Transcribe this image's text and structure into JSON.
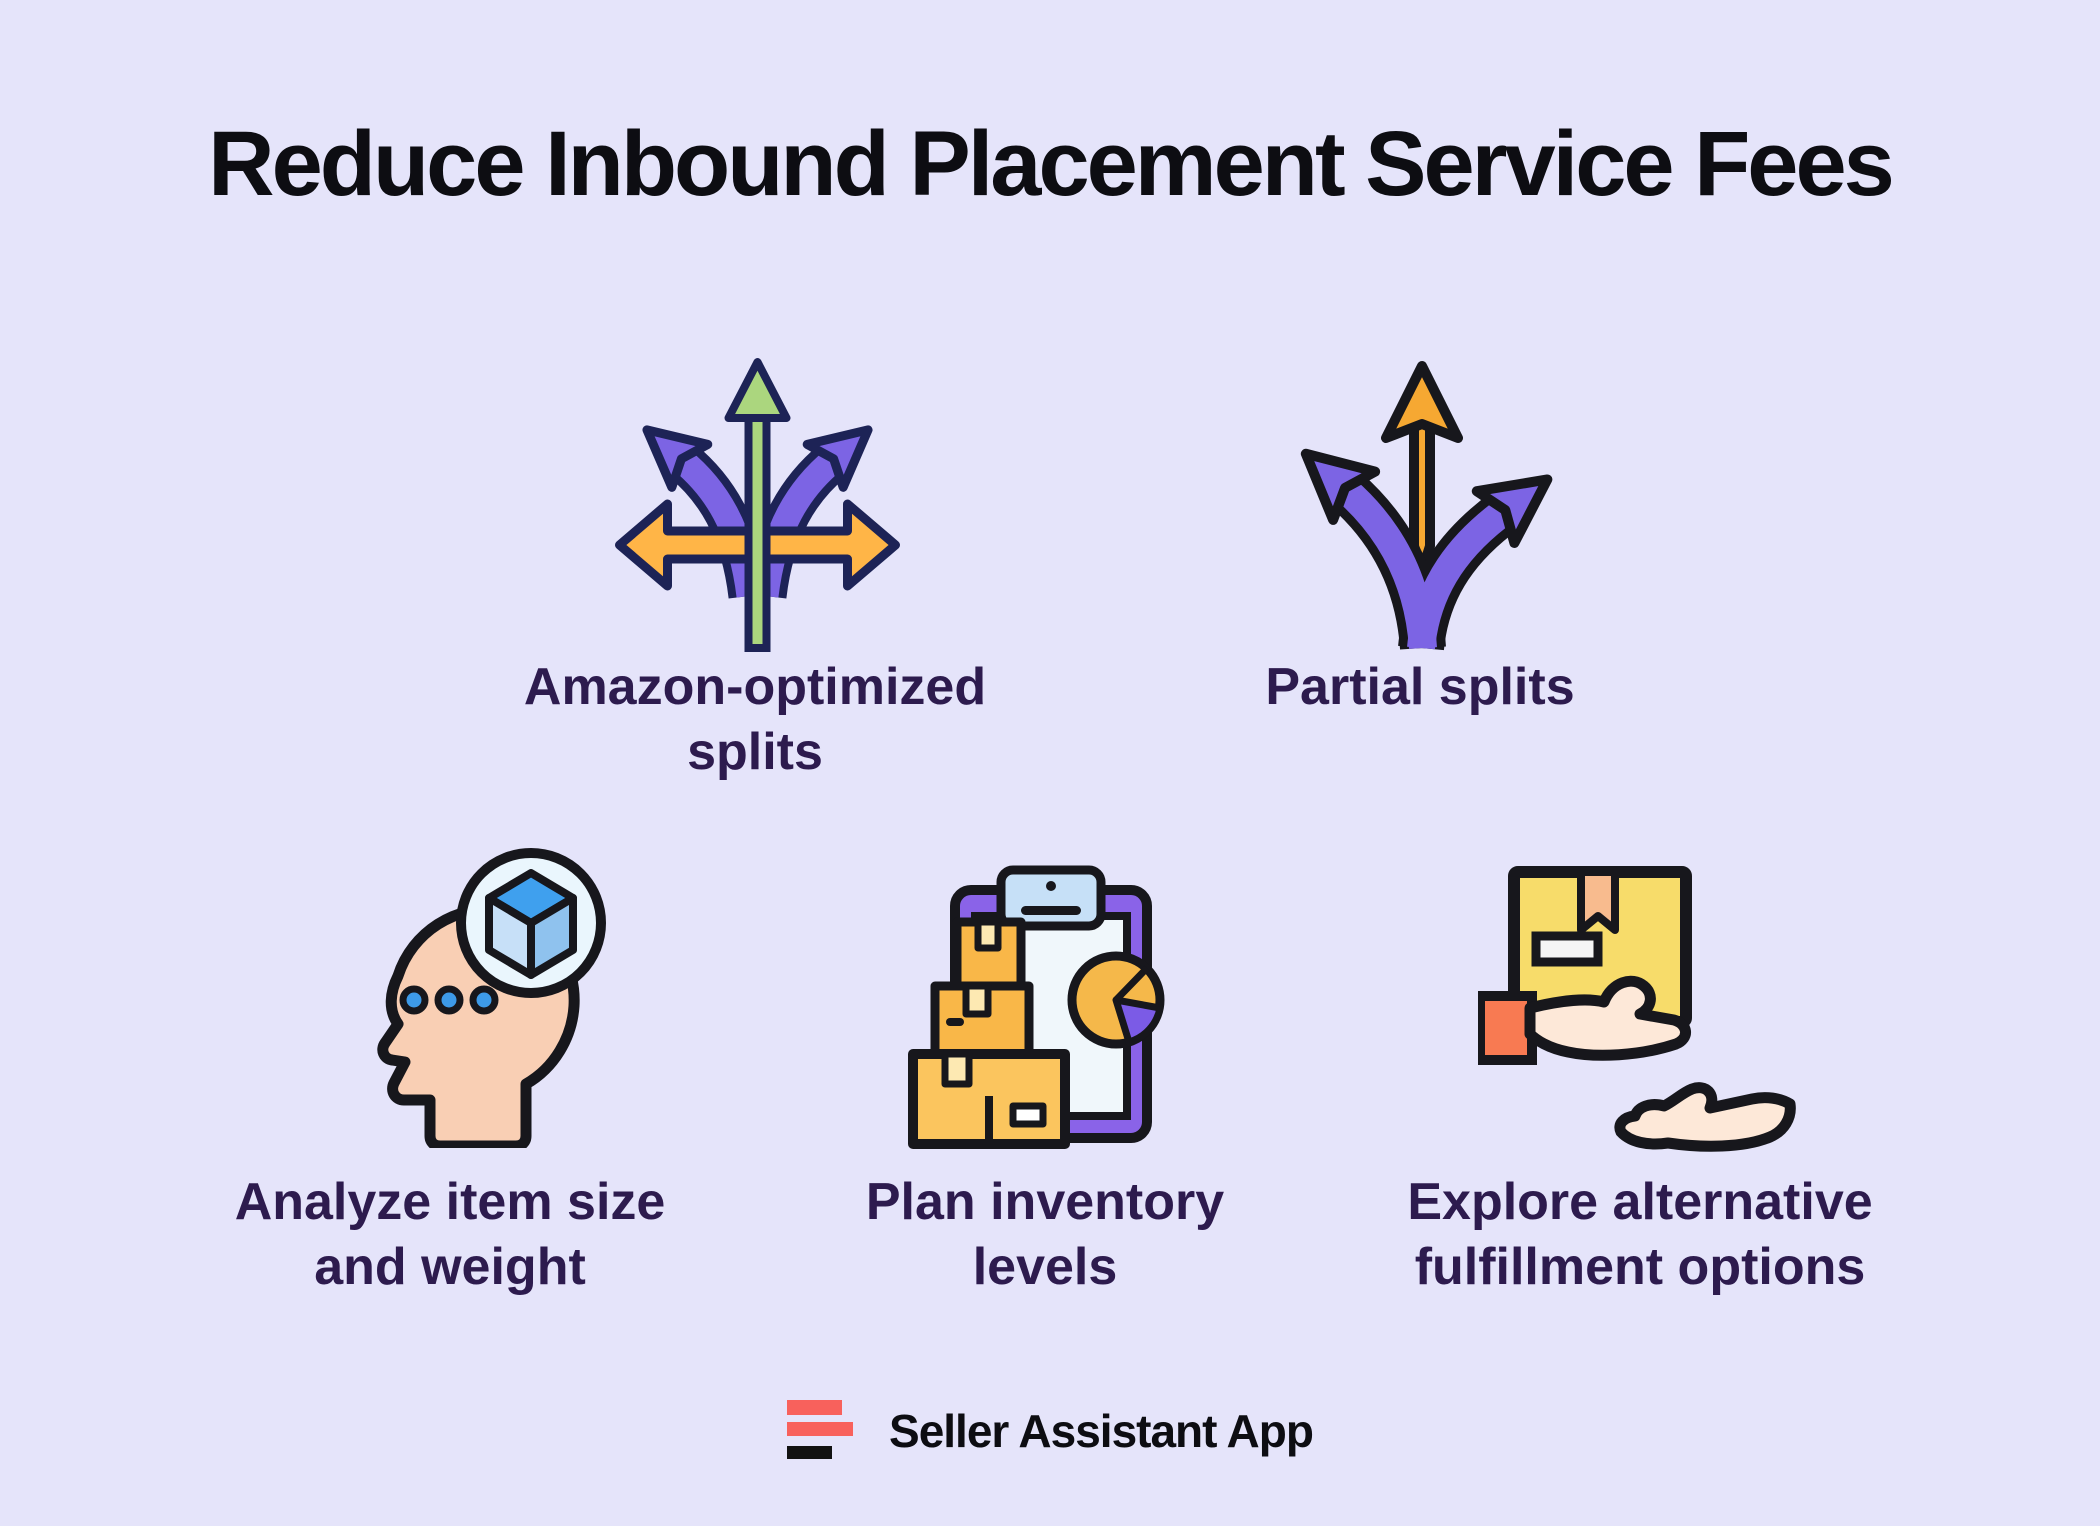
{
  "title": "Reduce Inbound Placement Service Fees",
  "items": [
    {
      "id": "amazon-optimized-splits",
      "label": "Amazon-optimized\nsplits",
      "icon": "multi-direction-arrows-icon"
    },
    {
      "id": "partial-splits",
      "label": "Partial splits",
      "icon": "three-way-split-arrows-icon"
    },
    {
      "id": "analyze-item-size-and-weight",
      "label": "Analyze item size\nand weight",
      "icon": "head-with-cube-icon"
    },
    {
      "id": "plan-inventory-levels",
      "label": "Plan inventory\nlevels",
      "icon": "clipboard-inventory-icon"
    },
    {
      "id": "explore-alternative-fulfillment",
      "label": "Explore alternative\nfulfillment options",
      "icon": "hand-delivering-box-icon"
    }
  ],
  "footer": {
    "brand": "Seller Assistant App",
    "logo_icon": "three-bars-logo-icon"
  },
  "colors": {
    "background": "#e5e4fa",
    "title_text": "#0d0d12",
    "label_text": "#2d1b4e",
    "brand_red": "#f8615c",
    "brand_black": "#121212",
    "outline_navy": "#1d2356",
    "outline_black": "#17171c",
    "arrow_green": "#abd67e",
    "arrow_purple": "#7c64e4",
    "arrow_orange": "#ffb547",
    "arrow_gold": "#f6a832",
    "cube_blue": "#3fa0ee",
    "head_peach": "#f9cfb4",
    "box_yellow": "#f7dc6a",
    "sleeve_orange": "#f87a52"
  }
}
